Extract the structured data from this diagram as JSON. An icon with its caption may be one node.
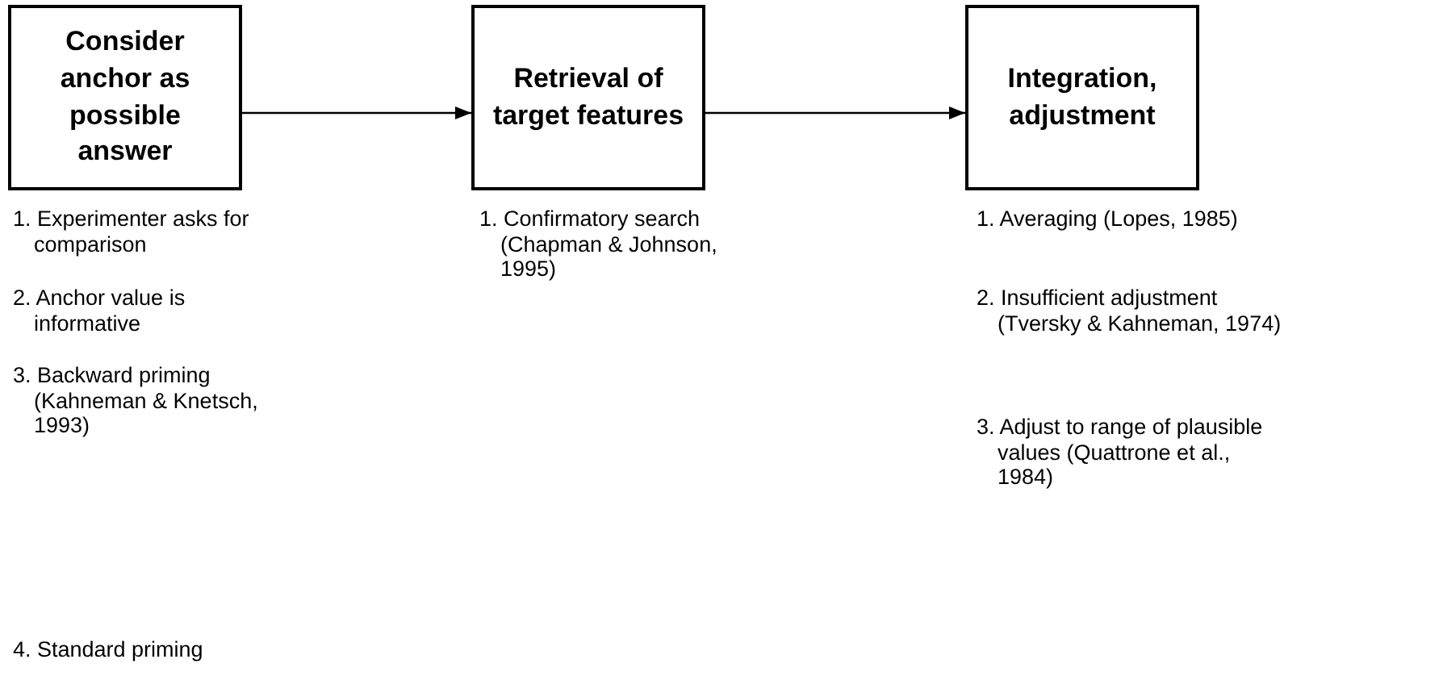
{
  "diagram": {
    "nodes": [
      {
        "text": [
          "Consider anchor as possible answer"
        ]
      },
      {
        "text": [
          "Retrieval of target features"
        ]
      },
      {
        "text": [
          "Integration, adjustment"
        ]
      }
    ],
    "edges": [
      {
        "from": 0,
        "to": 1,
        "arrow": "to"
      },
      {
        "from": 1,
        "to": 2,
        "arrow": "to"
      }
    ],
    "labels": [
      "1. Experimenter asks for comparison",
      "2. Anchor value is informative",
      "3. Backward priming (Kahneman & Knetsch, 1993)",
      "4. Standard priming",
      "1. Confirmatory search (Chapman & Johnson, 1995)",
      "1. Averaging (Lopes, 1985)",
      "2. Insufficient adjustment (Tversky & Kahneman, 1974)",
      "3. Adjust to range of plausible values (Quattrone et al., 1984)"
    ]
  }
}
